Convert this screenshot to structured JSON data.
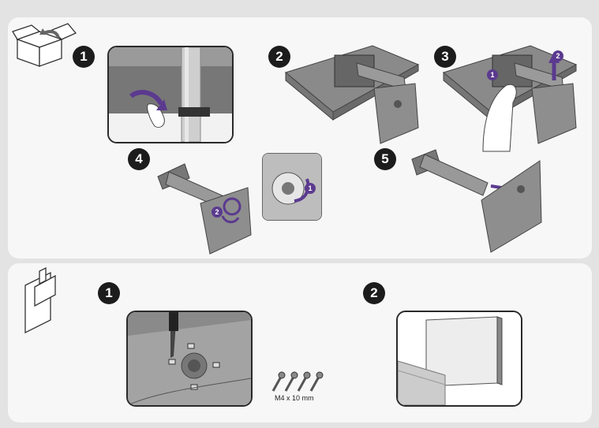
{
  "top_section": {
    "steps": [
      {
        "number": "1"
      },
      {
        "number": "2"
      },
      {
        "number": "3",
        "callouts": [
          "1",
          "2"
        ]
      },
      {
        "number": "4",
        "callouts": [
          "2",
          "1"
        ]
      },
      {
        "number": "5"
      }
    ]
  },
  "bottom_section": {
    "steps": [
      {
        "number": "1"
      },
      {
        "number": "2"
      }
    ],
    "screws_label": "M4 x 10 mm"
  },
  "colors": {
    "background": "#e3e3e3",
    "panel": "#f7f7f7",
    "step_badge": "#1c1c1c",
    "accent": "#5b3a8f",
    "monitor_gray": "#8a8a8a"
  }
}
